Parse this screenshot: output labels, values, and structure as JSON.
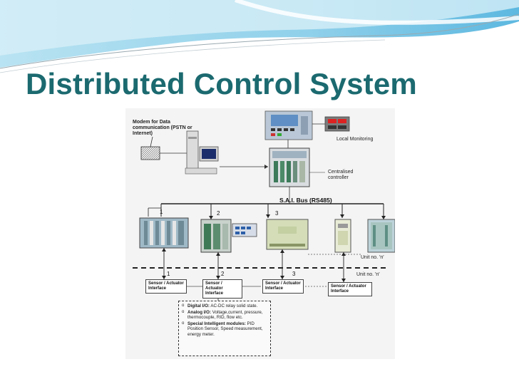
{
  "slide": {
    "title": "Distributed Control System"
  },
  "diagram": {
    "modem_label": "Modem for Data communication (PSTN  or Internet)",
    "local_monitoring": "Local Monitoring",
    "centralised_controller": "Centralised controller",
    "bus_label": "S.A.I. Bus (RS485)",
    "unit_top": "Unit no. 'n'",
    "unit_bottom": "Unit no. 'n'",
    "numbers": [
      "1",
      "2",
      "3"
    ],
    "sai_boxes": [
      "Sensor / Actuator Interface",
      "Sensor / Actuator Interface",
      "Sensor / Actuator Interface",
      "Sensor / Actuator Interface"
    ],
    "legend": {
      "digital_head": "Digital I/O:",
      "digital_text": " AC-DC relay solid state.",
      "analog_head": "Analog I/O:",
      "analog_text": " Voltage,current, pressure, thermocouple, RID, flow etc.",
      "special_head": "Special Intelligent modules:",
      "special_text": " PID Position Sensor, Speed measurement, energy meter."
    }
  }
}
